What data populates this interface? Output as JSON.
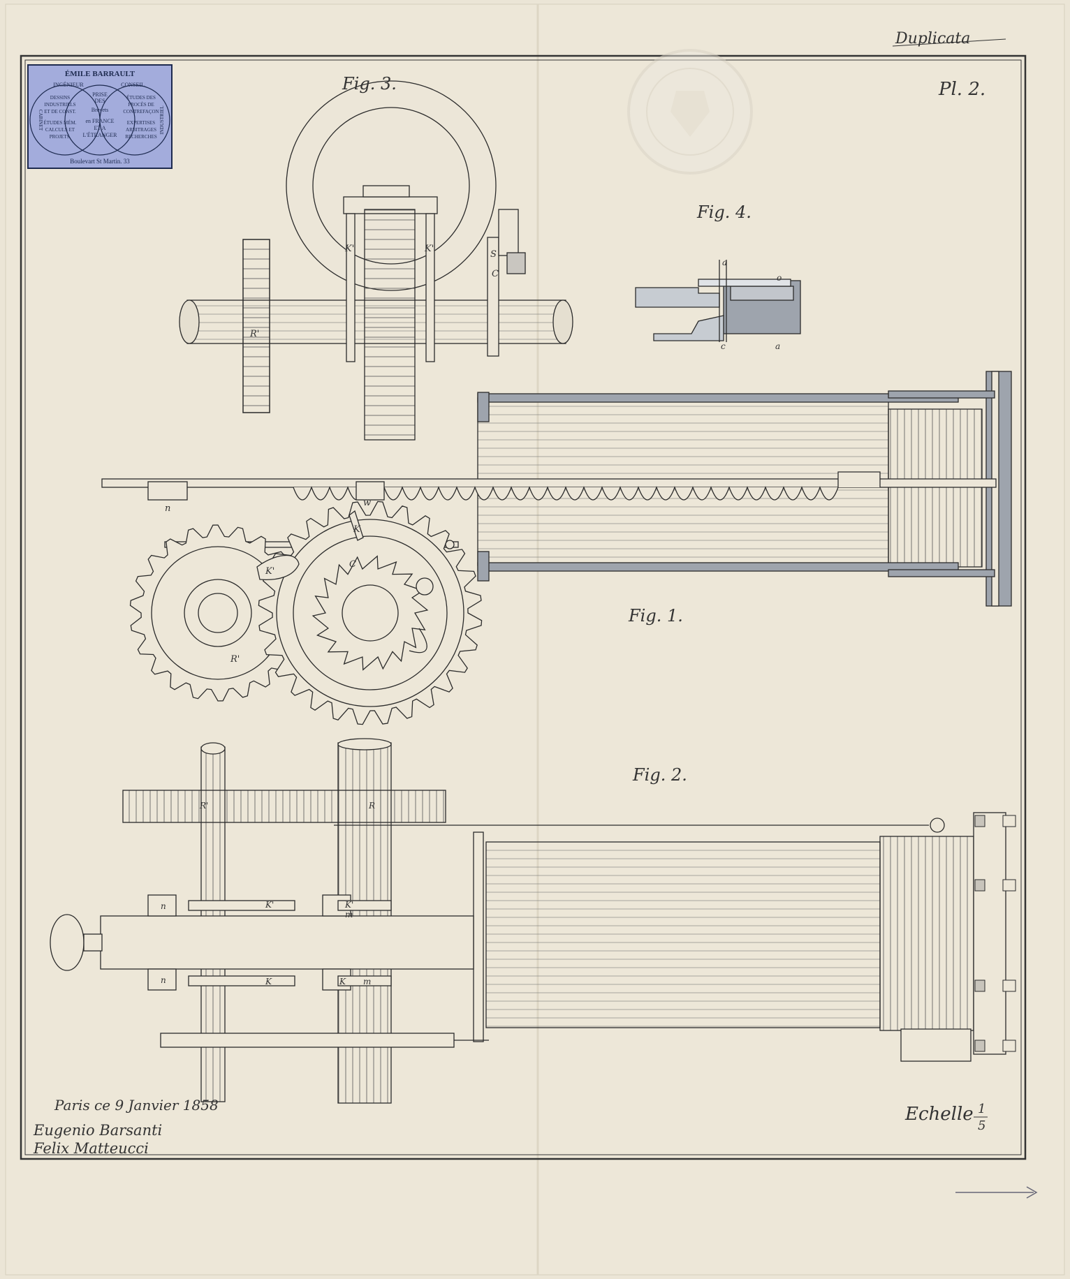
{
  "header": {
    "duplicata": "Duplicata",
    "plate": "Pl. 2."
  },
  "stamp": {
    "name": "ÉMILE BARRAULT",
    "left_role": "INGÉNIEUR",
    "right_role": "CONSEIL",
    "left_side": "CABINET",
    "right_side": "INDUSTRIEL",
    "left_lines": [
      "DESSINS",
      "INDUSTRIELS",
      "ET DE CONST.",
      "ÉTUDES MÉM.",
      "CALCULS ET",
      "PROJETS."
    ],
    "center_lines": [
      "PRISE",
      "DES",
      "Brevets",
      "en FRANCE",
      "ET A",
      "L'ÉTRANGER"
    ],
    "right_lines": [
      "ÉTUDES DES",
      "PROCÈS DE",
      "CONTREFAÇON",
      "EXPERTISES",
      "ARBITRAGES",
      "RECHERCHES"
    ],
    "address": "Boulevart St Martin. 33",
    "color": "#a3acdc"
  },
  "figures": {
    "fig1": "Fig. 1.",
    "fig2": "Fig. 2.",
    "fig3": "Fig. 3.",
    "fig4": "Fig. 4."
  },
  "part_labels": {
    "fig3": [
      "K'",
      "K'",
      "R'",
      "S",
      "C"
    ],
    "fig4": [
      "a",
      "o",
      "c",
      "a"
    ],
    "fig1": [
      "n",
      "w",
      "K",
      "K'",
      "C",
      "R'"
    ],
    "fig2": [
      "R'",
      "R",
      "n",
      "K'",
      "K'",
      "m",
      "n",
      "K",
      "K",
      "m"
    ]
  },
  "footer": {
    "date": "Paris ce 9 Janvier 1858",
    "signature1": "Eugenio Barsanti",
    "signature2": "Felix Matteucci",
    "scale_label": "Echelle",
    "scale_num": "1",
    "scale_den": "5"
  },
  "colors": {
    "paper": "#ebe5d6",
    "ink": "#2b2b2b",
    "wash": "#9ea4ad"
  }
}
